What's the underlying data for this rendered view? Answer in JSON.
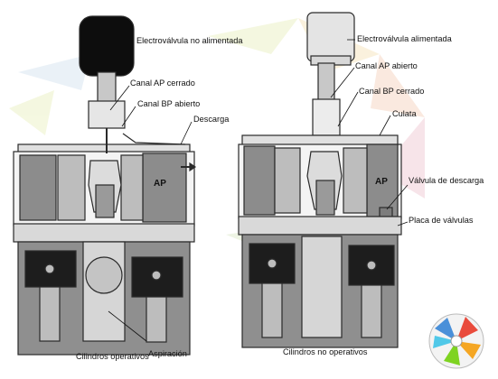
{
  "left_diagram": {
    "solenoid_label": "Electroválvula no alimentada",
    "hp_channel_label": "Canal AP cerrado",
    "lp_channel_label": "Canal BP abierto",
    "discharge_label": "Descarga",
    "ap_label": "AP",
    "cylinders_label": "Cilindros operativos",
    "suction_label": "Aspiración"
  },
  "right_diagram": {
    "solenoid_label": "Electroválvula alimentada",
    "hp_channel_label": "Canal AP abierto",
    "lp_channel_label": "Canal BP cerrado",
    "head_label": "Culata",
    "ap_label": "AP",
    "discharge_valve_label": "Válvula de descarga",
    "valve_plate_label": "Placa de válvulas",
    "cylinders_label": "Cilindros no operativos"
  },
  "colors": {
    "outline": "#2a2a2a",
    "body_gray": "#8c8c8c",
    "light_gray": "#cfcfcf",
    "piston_dark": "#1d1d1d",
    "solenoid_black": "#0d0d0d"
  },
  "icons": [
    "logo-icon"
  ]
}
